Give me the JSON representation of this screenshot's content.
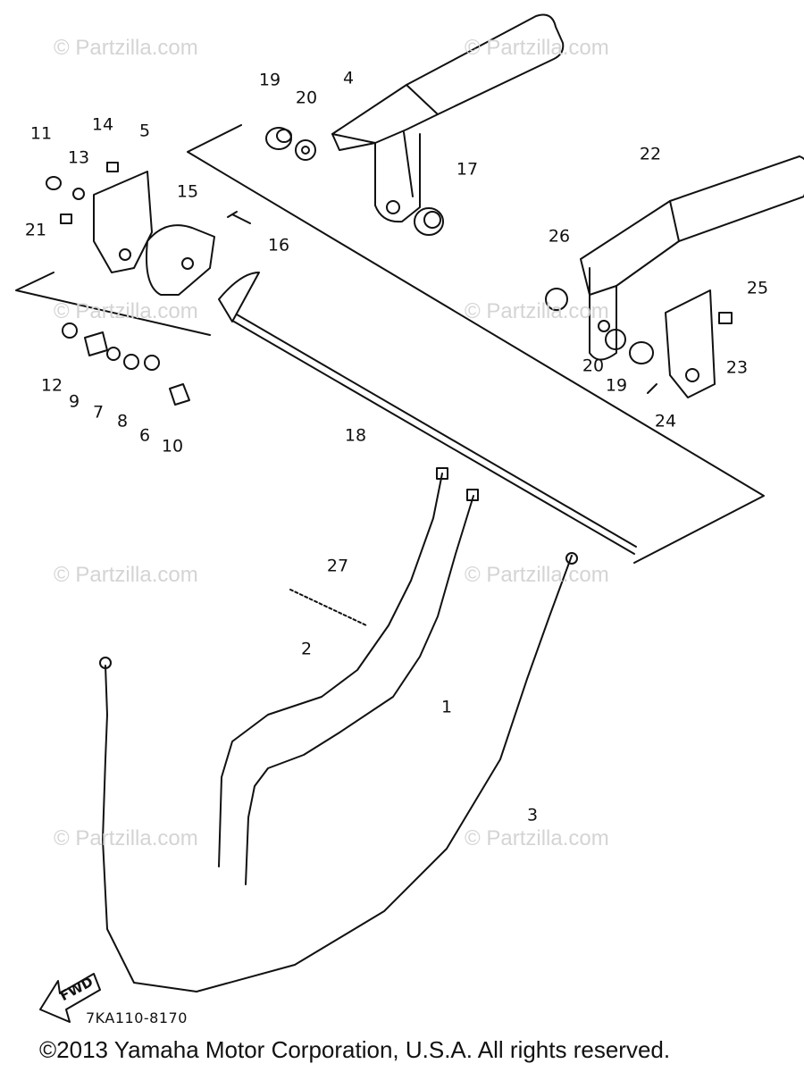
{
  "watermark": "© Partzilla.com",
  "callouts": {
    "n1": "1",
    "n2": "2",
    "n3": "3",
    "n4": "4",
    "n5": "5",
    "n6": "6",
    "n7": "7",
    "n8": "8",
    "n9": "9",
    "n10": "10",
    "n11": "11",
    "n12": "12",
    "n13": "13",
    "n14": "14",
    "n15": "15",
    "n16": "16",
    "n17": "17",
    "n18": "18",
    "n19a": "19",
    "n19b": "19",
    "n20a": "20",
    "n20b": "20",
    "n21": "21",
    "n22": "22",
    "n23": "23",
    "n24": "24",
    "n25": "25",
    "n26": "26",
    "n27": "27"
  },
  "fwd_label": "FWD",
  "drawing_code": "7KA110-8170",
  "copyright": "©2013  Yamaha Motor Corporation, U.S.A. All rights reserved."
}
